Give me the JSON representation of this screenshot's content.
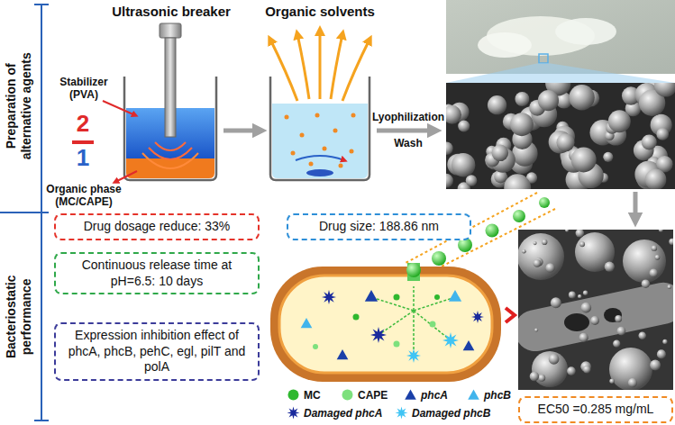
{
  "diagram": {
    "nodes": [
      {
        "text": [
          "Drug dosage reduce: 33%"
        ]
      },
      {
        "text": [
          "Drug size: 188.86 nm"
        ]
      },
      {
        "text": [
          "Continuous release time at pH=6.5: 10 days"
        ]
      },
      {
        "text": [
          "Expression inhibition effect of phcA, phcB, pehC, egl, pilT and polA"
        ]
      },
      {
        "text": [
          "EC50 =0.285 mg/mL"
        ]
      }
    ],
    "labels": [
      "Preparation of alternative agents",
      "Bacteriostatic performance",
      "Ultrasonic breaker",
      "Organic solvents",
      "Stabilizer (PVA)",
      "2",
      "1",
      "Organic phase (MC/CAPE)",
      "Lyophilization",
      "Wash"
    ],
    "legend": [
      {
        "text": "MC"
      },
      {
        "text": "CAPE"
      },
      {
        "text": "phcA"
      },
      {
        "text": "phcB"
      },
      {
        "text": "Damaged phcA"
      },
      {
        "text": "Damaged phcB"
      }
    ]
  }
}
